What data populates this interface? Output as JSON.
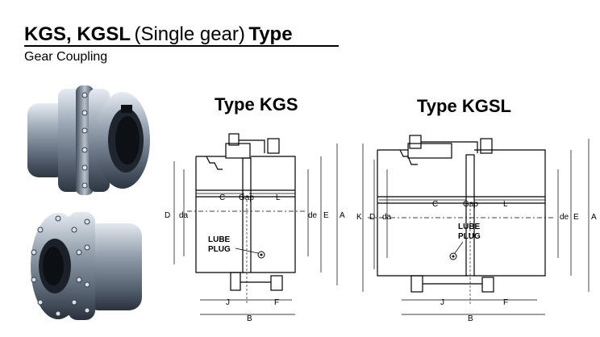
{
  "header": {
    "title_bold": "KGS, KGSL",
    "title_normal": "(Single gear)",
    "title_suffix": "Type",
    "subtitle": "Gear Coupling"
  },
  "photos": [
    {
      "icon": "gear-coupling-photo-icon"
    },
    {
      "icon": "gear-coupling-side-photo-icon"
    }
  ],
  "kgs": {
    "title": "Type KGS",
    "labels": {
      "c": "C",
      "gap": "Gap",
      "l": "L",
      "d": "D",
      "da": "da",
      "de": "de",
      "e": "E",
      "a": "A",
      "lube": "LUBE",
      "plug": "PLUG",
      "j": "J",
      "f": "F",
      "b": "B"
    }
  },
  "kgsl": {
    "title": "Type KGSL",
    "labels": {
      "c": "C",
      "gap": "Gap",
      "l": "L",
      "k": "K",
      "d": "D",
      "da": "da",
      "de": "de",
      "e": "E",
      "a": "A",
      "lube": "LUBE",
      "plug": "PLUG",
      "j": "J",
      "f": "F",
      "b": "B"
    }
  }
}
